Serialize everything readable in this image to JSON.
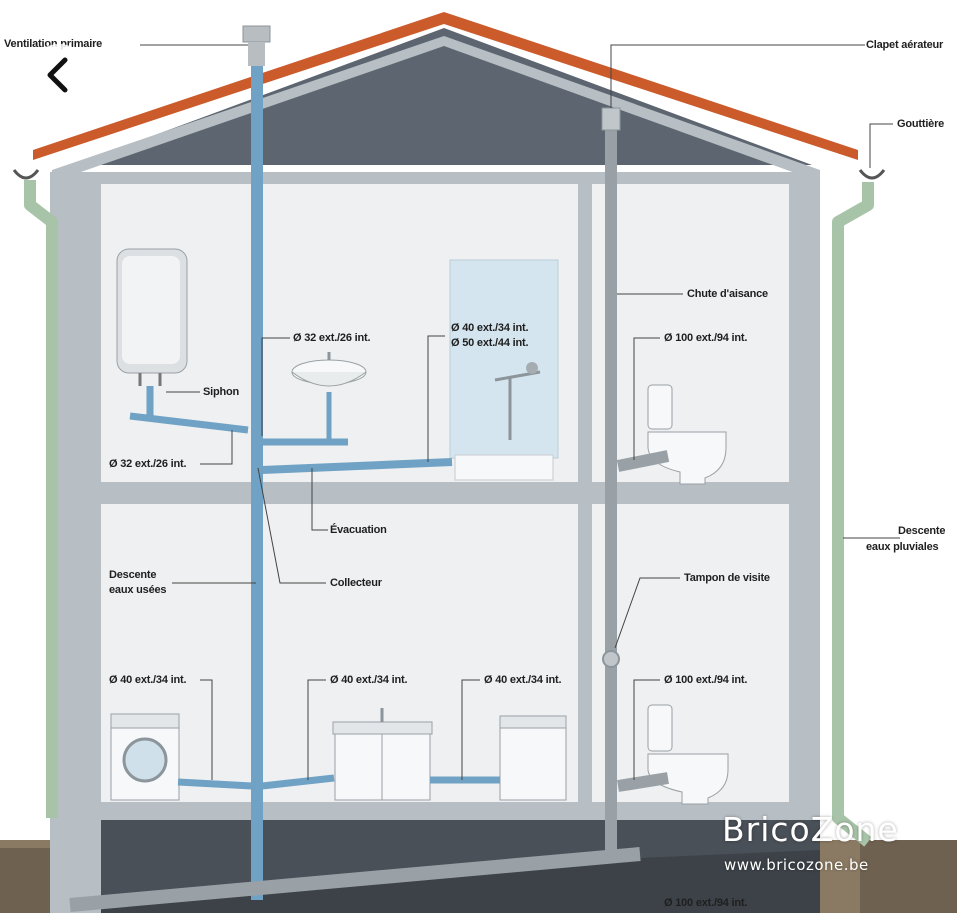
{
  "nav": {
    "back_icon": "chevron-left-icon"
  },
  "labels": {
    "ventilation_primaire": "Ventilation primaire",
    "clapet_aerateur": "Clapet aérateur",
    "gouttiere": "Gouttière",
    "siphon": "Siphon",
    "d32_lavabo": "Ø 32 ext./26 int.",
    "d32_chauffe_eau": "Ø 32 ext./26 int.",
    "d40_douche": "Ø 40 ext./34 int.",
    "d50_douche": "Ø 50 ext./44 int.",
    "chute_aisance": "Chute d'aisance",
    "d100_wc_haut": "Ø 100 ext./94 int.",
    "evacuation": "Évacuation",
    "collecteur": "Collecteur",
    "descente_eaux_usees_1": "Descente",
    "descente_eaux_usees_2": "eaux usées",
    "descente_eaux_pluviales_1": "Descente",
    "descente_eaux_pluviales_2": "eaux pluviales",
    "tampon_visite": "Tampon de visite",
    "d40_lave_linge": "Ø 40 ext./34 int.",
    "d40_evier": "Ø 40 ext./34 int.",
    "d40_lave_vaisselle": "Ø 40 ext./34 int.",
    "d100_wc_bas": "Ø 100 ext./94 int.",
    "d100_sol": "Ø 100 ext./94 int."
  },
  "brand": {
    "name": "BricoZone",
    "url": "www.bricozone.be"
  },
  "colors": {
    "roof": "#cc5b2c",
    "attic": "#5d6670",
    "wall": "#b7bec4",
    "room": "#eef0f1",
    "basement": "#4a5058",
    "ground": "#7a6a55",
    "blue_pipe": "#6fa2c4",
    "grey_pipe": "#9aa1a6",
    "green_pipe": "#a8c4a8"
  }
}
